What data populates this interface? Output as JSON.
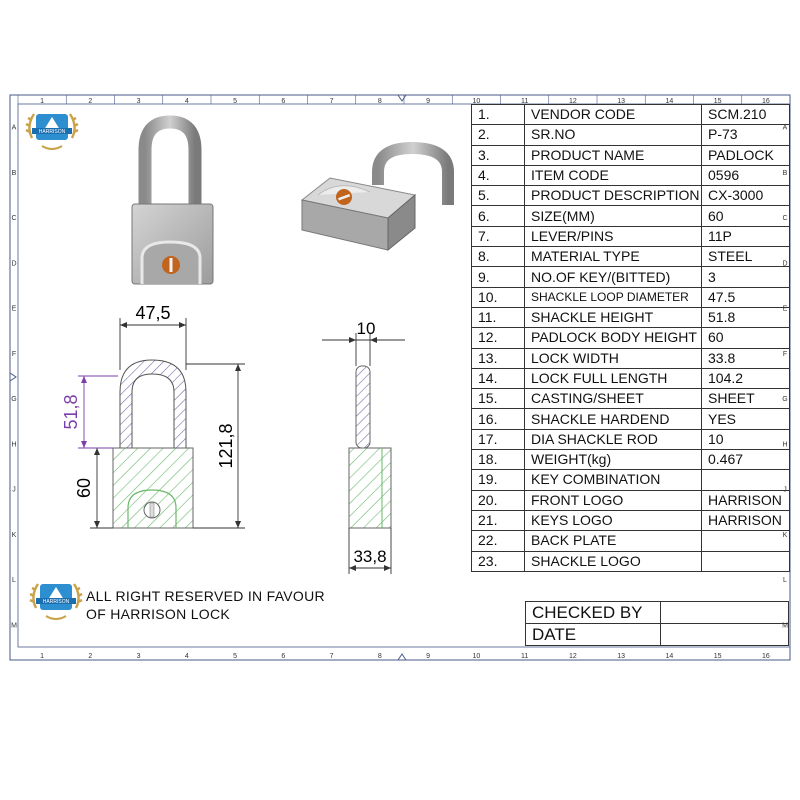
{
  "sheet": {
    "col_labels": [
      "1",
      "2",
      "3",
      "4",
      "5",
      "6",
      "7",
      "8",
      "9",
      "10",
      "11",
      "12",
      "13",
      "14",
      "15",
      "16"
    ],
    "row_labels": [
      "A",
      "B",
      "C",
      "D",
      "E",
      "F",
      "G",
      "H",
      "J",
      "K",
      "L",
      "M"
    ]
  },
  "dimensions": {
    "front_width": "47,5",
    "shackle_height": "51,8",
    "body_height": "60",
    "total_height": "121,8",
    "side_rod": "10",
    "side_width": "33,8"
  },
  "specs": [
    {
      "no": "1.",
      "label": "VENDOR CODE",
      "value": "SCM.210"
    },
    {
      "no": "2.",
      "label": "SR.NO",
      "value": "P-73"
    },
    {
      "no": "3.",
      "label": "PRODUCT NAME",
      "value": "PADLOCK"
    },
    {
      "no": "4.",
      "label": "ITEM CODE",
      "value": "0596"
    },
    {
      "no": "5.",
      "label": "PRODUCT DESCRIPTION",
      "value": "CX-3000"
    },
    {
      "no": "6.",
      "label": "SIZE(MM)",
      "value": "60"
    },
    {
      "no": "7.",
      "label": "LEVER/PINS",
      "value": "11P"
    },
    {
      "no": "8.",
      "label": "MATERIAL TYPE",
      "value": "STEEL"
    },
    {
      "no": "9.",
      "label": "NO.OF KEY/(BITTED)",
      "value": "3"
    },
    {
      "no": "10.",
      "label": "SHACKLE LOOP DIAMETER",
      "value": "47.5"
    },
    {
      "no": "11.",
      "label": "SHACKLE HEIGHT",
      "value": "51.8"
    },
    {
      "no": "12.",
      "label": "PADLOCK BODY HEIGHT",
      "value": "60"
    },
    {
      "no": "13.",
      "label": "LOCK WIDTH",
      "value": "33.8"
    },
    {
      "no": "14.",
      "label": "LOCK FULL LENGTH",
      "value": "104.2"
    },
    {
      "no": "15.",
      "label": "CASTING/SHEET",
      "value": "SHEET"
    },
    {
      "no": "16.",
      "label": "SHACKLE HARDEND",
      "value": "YES"
    },
    {
      "no": "17.",
      "label": "DIA SHACKLE ROD",
      "value": "10"
    },
    {
      "no": "18.",
      "label": "WEIGHT(kg)",
      "value": "0.467"
    },
    {
      "no": "19.",
      "label": "KEY COMBINATION",
      "value": ""
    },
    {
      "no": "20.",
      "label": "FRONT LOGO",
      "value": "HARRISON"
    },
    {
      "no": "21.",
      "label": "KEYS LOGO",
      "value": "HARRISON"
    },
    {
      "no": "22.",
      "label": "BACK PLATE",
      "value": ""
    },
    {
      "no": "23.",
      "label": "SHACKLE LOGO",
      "value": ""
    }
  ],
  "signoff": {
    "checked_by": "CHECKED BY",
    "date": "DATE"
  },
  "rights": {
    "line1": "ALL RIGHT RESERVED IN FAVOUR",
    "line2": "OF HARRISON LOCK"
  },
  "logo": {
    "name": "harrison-logo",
    "text": "HARRISON"
  },
  "colors": {
    "line": "#3a3a3a",
    "hatch": "#5aa85a",
    "shackle_hatch": "#5a5aa0",
    "dim_purple": "#7a3fa8",
    "grey_body": "#b8b8b8",
    "keyhole": "#c0641e"
  }
}
